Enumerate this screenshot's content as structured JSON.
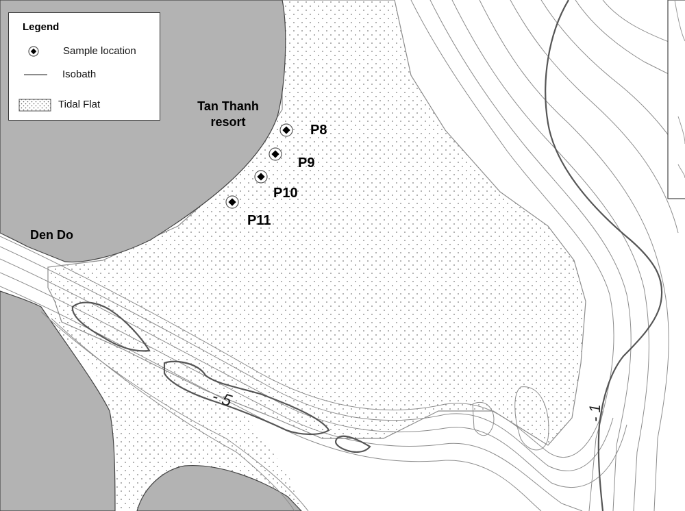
{
  "legend": {
    "title": "Legend",
    "items": [
      {
        "symbol": "sample-location-marker",
        "label": "Sample location"
      },
      {
        "symbol": "isobath-line",
        "label": "Isobath"
      },
      {
        "symbol": "tidal-flat-pattern",
        "label": "Tidal Flat"
      }
    ]
  },
  "places": {
    "resort_line1": "Tan Thanh",
    "resort_line2": "resort",
    "den_do": "Den Do"
  },
  "samples": [
    "P8",
    "P9",
    "P10",
    "P11"
  ],
  "isobaths": {
    "minus5": "- 5",
    "minus1": "- 1"
  },
  "colors": {
    "land": "#b3b3b3",
    "water": "#ffffff",
    "isobath": "#8c8c8c",
    "isobath_main": "#555555",
    "tidal_flat_dot": "#7a7a7a"
  }
}
